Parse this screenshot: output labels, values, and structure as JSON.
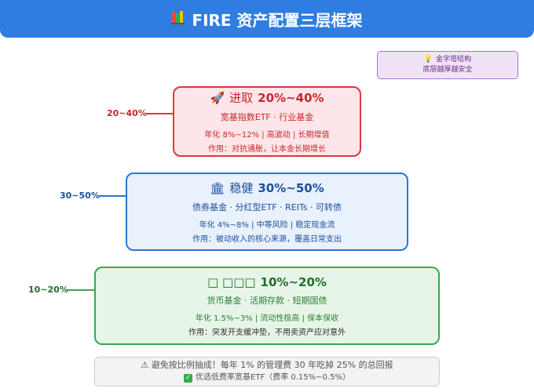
{
  "header": {
    "icon": "books-icon",
    "title": "FIRE 资产配置三层框架"
  },
  "legend": {
    "icon": "lightbulb-icon",
    "line1": "金字塔结构",
    "line2": "底层越厚越安全"
  },
  "tiers": [
    {
      "icon": "rocket-icon",
      "name": "进取",
      "pct": "20%~40%",
      "side_label": "20~40%",
      "assets": "宽基指数ETF · 行业基金",
      "metrics": "年化 8%~12% | 高波动 | 长期增值",
      "purpose": "作用：对抗通胀，让本金长期增长",
      "color": "#d9393e"
    },
    {
      "icon": "bank-icon",
      "name": "稳健",
      "pct": "30%~50%",
      "side_label": "30~50%",
      "assets": "债券基金 · 分红型ETF · REITs · 可转债",
      "metrics": "年化 4%~8% | 中等风险 | 稳定现金流",
      "purpose": "作用：被动收入的核心来源，覆盖日常支出",
      "color": "#2a77d1"
    },
    {
      "icon": "shield-icon",
      "name": "□ □□□",
      "pct": "10%~20%",
      "side_label": "10~20%",
      "assets": "货币基金 · 活期存款 · 短期国债",
      "metrics": "年化 1.5%~3% | 流动性极高 | 保本保收",
      "purpose": "作用：突发开支缓冲垫，不用卖资产应对意外",
      "color": "#3aa84a"
    }
  ],
  "footer": {
    "warning": "⚠ 避免按比例抽成！每年 1% 的管理费 30 年吃掉 25% 的总回报",
    "tip": "优选低费率宽基ETF（费率 0.15%~0.5%）"
  }
}
